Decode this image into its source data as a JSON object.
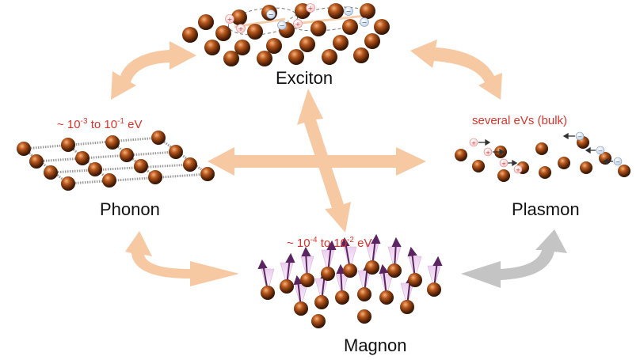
{
  "quasiparticles": {
    "exciton": "Exciton",
    "phonon": "Phonon",
    "plasmon": "Plasmon",
    "magnon": "Magnon"
  },
  "energies": {
    "phonon": {
      "prefix": "~ 10",
      "exp1": "-3",
      "mid": " to 10",
      "exp2": "-1",
      "unit": " eV"
    },
    "magnon": {
      "prefix": "~ 10",
      "exp1": "-4",
      "mid": " to 10",
      "exp2": "-2",
      "unit": " eV"
    },
    "plasmon": "several eVs (bulk)"
  },
  "charges": {
    "positive": "+",
    "negative": "−"
  },
  "colors": {
    "arrow": "#f6c9a3",
    "arrow_gray": "#c4c4c4",
    "energy_text": "#d9342b",
    "atom_dark": "#3a1a08",
    "atom_mid": "#8a3d12",
    "atom_light": "#d77a3a",
    "spring": "#9a9a9a",
    "spin_arrow": "#5a2560"
  }
}
